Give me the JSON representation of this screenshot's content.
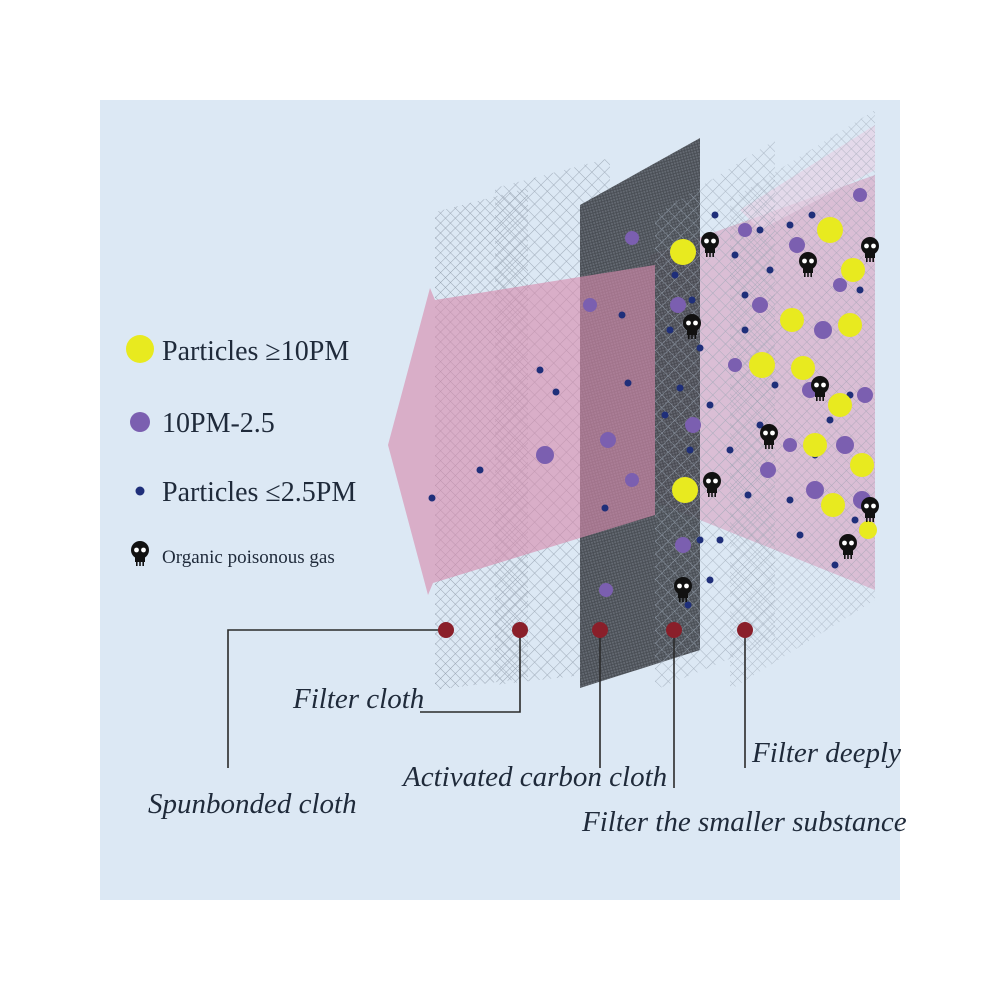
{
  "legend": {
    "large": "Particles ≥10PM",
    "medium": "10PM-2.5",
    "small": "Particles ≤2.5PM",
    "gas": "Organic poisonous gas"
  },
  "layers": {
    "spunbonded": "Spunbonded cloth",
    "filter_cloth": "Filter cloth",
    "activated_carbon": "Activated carbon cloth",
    "smaller_substance": "Filter the smaller substance",
    "filter_deeply": "Filter deeply"
  },
  "colors": {
    "background": "#dce8f4",
    "large_particle": "#e8ea1f",
    "medium_particle": "#7b5fb0",
    "small_particle": "#1f2f7a",
    "gas": "#111111",
    "pointer": "#8a1f2a",
    "flow": "#d78aad"
  }
}
